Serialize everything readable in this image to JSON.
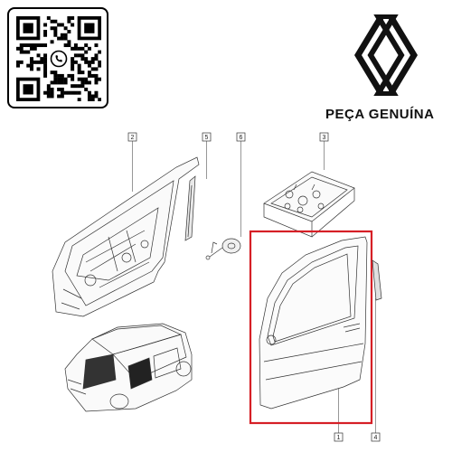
{
  "brand": {
    "label": "PEÇA GENUÍNA",
    "highlight_color": "#d61f26"
  },
  "icons": {
    "qr": "qr-code-icon",
    "whatsapp": "whatsapp-icon",
    "logo": "renault-logo"
  },
  "parts": [
    {
      "num": "2"
    },
    {
      "num": "5"
    },
    {
      "num": "6"
    },
    {
      "num": "3"
    },
    {
      "num": "1"
    },
    {
      "num": "4"
    }
  ]
}
